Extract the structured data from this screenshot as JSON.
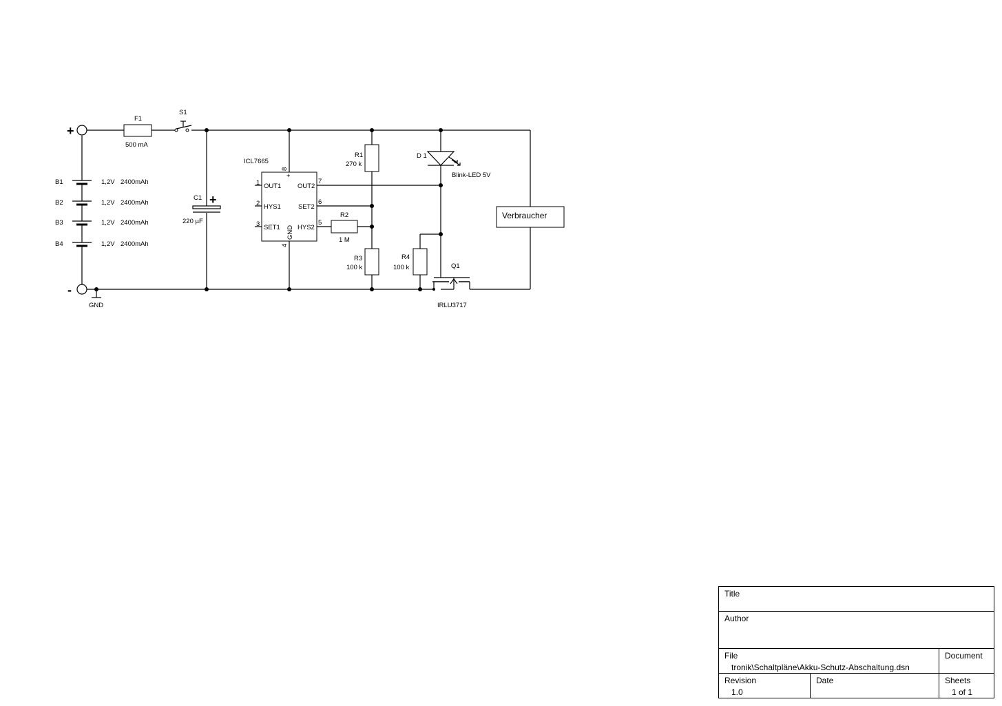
{
  "terminals": {
    "plus": "+",
    "minus": "-",
    "gnd": "GND"
  },
  "fuse": {
    "ref": "F1",
    "value": "500 mA"
  },
  "switch": {
    "ref": "S1"
  },
  "batteries": [
    {
      "ref": "B1",
      "voltage": "1,2V",
      "capacity": "2400mAh"
    },
    {
      "ref": "B2",
      "voltage": "1,2V",
      "capacity": "2400mAh"
    },
    {
      "ref": "B3",
      "voltage": "1,2V",
      "capacity": "2400mAh"
    },
    {
      "ref": "B4",
      "voltage": "1,2V",
      "capacity": "2400mAh"
    }
  ],
  "capacitor": {
    "ref": "C1",
    "value": "220 µF",
    "polarity": "+"
  },
  "ic": {
    "name": "ICL7665",
    "pins": {
      "out1": "OUT1",
      "hys1": "HYS1",
      "set1": "SET1",
      "out2": "OUT2",
      "set2": "SET2",
      "hys2": "HYS2",
      "gnd": "GND",
      "n1": "1",
      "n2": "2",
      "n3": "3",
      "n4": "4",
      "n5": "5",
      "n6": "6",
      "n7": "7",
      "n8": "8",
      "vplus": "+"
    }
  },
  "r1": {
    "ref": "R1",
    "value": "270 k"
  },
  "r2": {
    "ref": "R2",
    "value": "1 M"
  },
  "r3": {
    "ref": "R3",
    "value": "100 k"
  },
  "r4": {
    "ref": "R4",
    "value": "100 k"
  },
  "d1": {
    "ref": "D 1",
    "value": "Blink-LED 5V"
  },
  "q1": {
    "ref": "Q1",
    "value": "IRLU3717"
  },
  "load": {
    "label": "Verbraucher"
  },
  "titleblock": {
    "title_label": "Title",
    "author_label": "Author",
    "file_label": "File",
    "file_value": "tronik\\Schaltpläne\\Akku-Schutz-Abschaltung.dsn",
    "document_label": "Document",
    "revision_label": "Revision",
    "revision_value": "1.0",
    "date_label": "Date",
    "sheets_label": "Sheets",
    "sheets_value": "1 of 1"
  }
}
